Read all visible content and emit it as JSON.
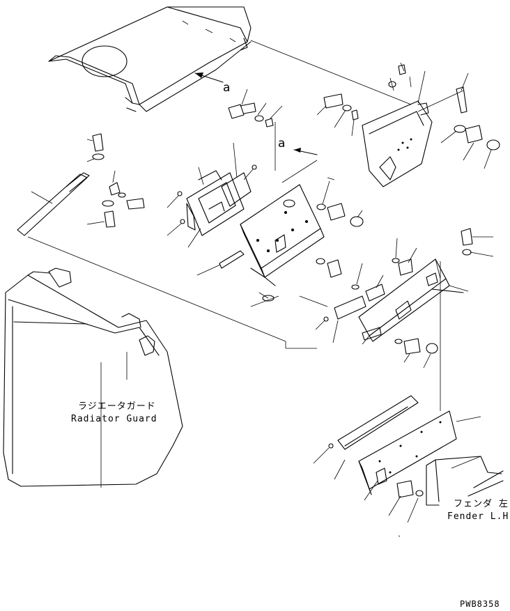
{
  "labels": {
    "radiator_guard_jp": "ラジエータガード",
    "radiator_guard_en": "Radiator Guard",
    "fender_jp": "フェンダ 左",
    "fender_en": "Fender L.H.",
    "view_ref_upper": "a",
    "view_ref_lower": "a",
    "drawing_code": "PWB8358"
  }
}
